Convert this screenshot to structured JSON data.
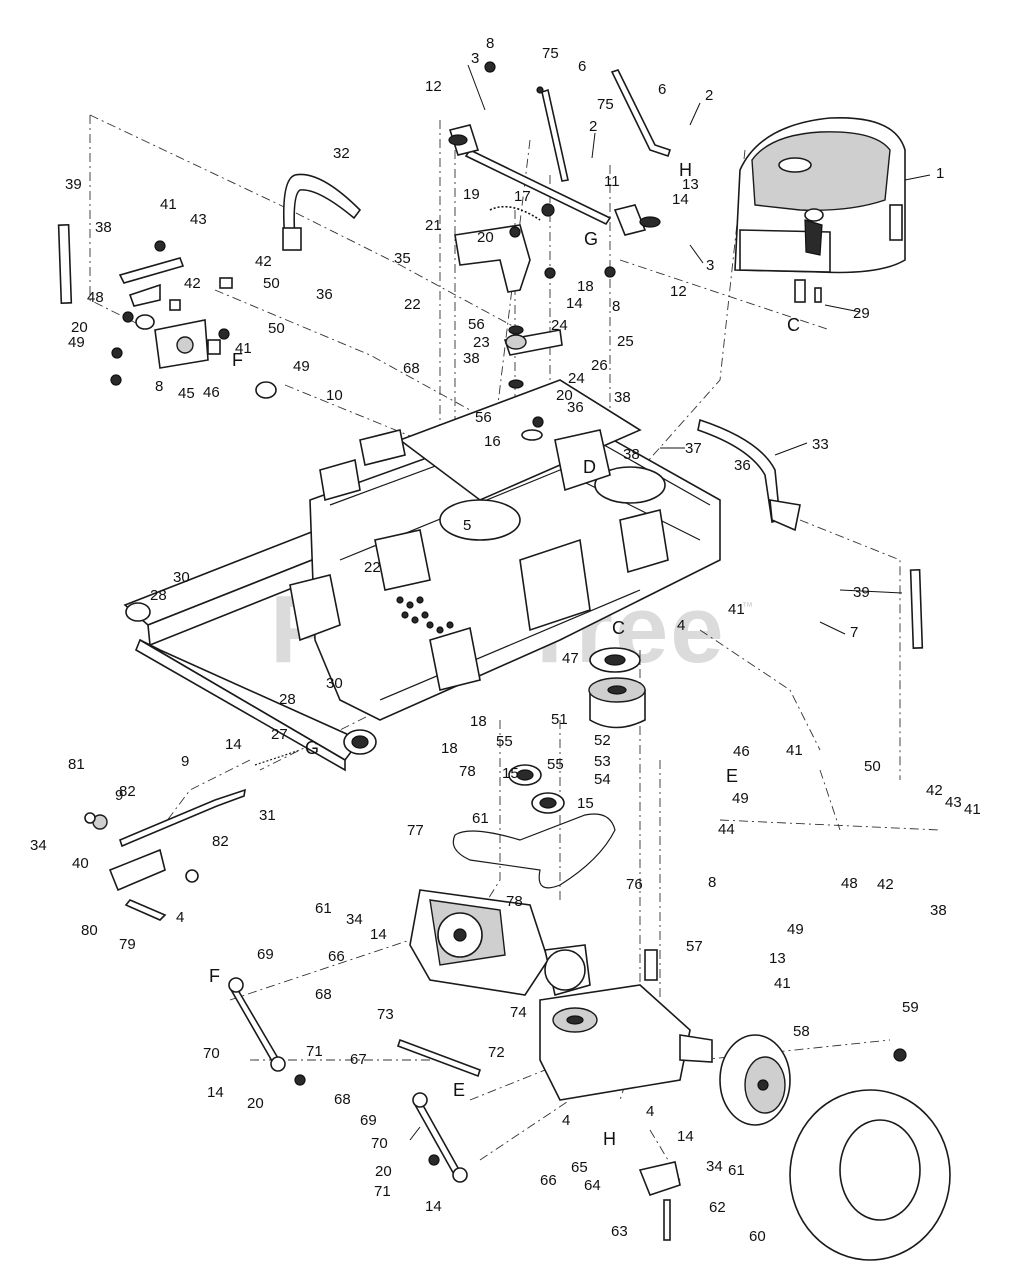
{
  "watermark": "PartsTree",
  "trademark": "™",
  "callouts": [
    {
      "id": "c1",
      "text": "1"
    },
    {
      "id": "c2a",
      "text": "2"
    },
    {
      "id": "c2b",
      "text": "2"
    },
    {
      "id": "c3a",
      "text": "3"
    },
    {
      "id": "c3b",
      "text": "3"
    },
    {
      "id": "c4a",
      "text": "4"
    },
    {
      "id": "c4b",
      "text": "4"
    },
    {
      "id": "c4c",
      "text": "4"
    },
    {
      "id": "c4d",
      "text": "4"
    },
    {
      "id": "c5",
      "text": "5"
    },
    {
      "id": "c6a",
      "text": "6"
    },
    {
      "id": "c6b",
      "text": "6"
    },
    {
      "id": "c7",
      "text": "7"
    },
    {
      "id": "c8a",
      "text": "8"
    },
    {
      "id": "c8b",
      "text": "8"
    },
    {
      "id": "c8c",
      "text": "8"
    },
    {
      "id": "c8d",
      "text": "8"
    },
    {
      "id": "c9a",
      "text": "9"
    },
    {
      "id": "c9b",
      "text": "9"
    },
    {
      "id": "c10",
      "text": "10"
    },
    {
      "id": "c11",
      "text": "11"
    },
    {
      "id": "c12a",
      "text": "12"
    },
    {
      "id": "c12b",
      "text": "12"
    },
    {
      "id": "c13a",
      "text": "13"
    },
    {
      "id": "c13b",
      "text": "13"
    },
    {
      "id": "c14a",
      "text": "14"
    },
    {
      "id": "c14b",
      "text": "14"
    },
    {
      "id": "c14c",
      "text": "14"
    },
    {
      "id": "c14d",
      "text": "14"
    },
    {
      "id": "c14e",
      "text": "14"
    },
    {
      "id": "c14f",
      "text": "14"
    },
    {
      "id": "c14g",
      "text": "14"
    },
    {
      "id": "c15a",
      "text": "15"
    },
    {
      "id": "c15b",
      "text": "15"
    },
    {
      "id": "c16",
      "text": "16"
    },
    {
      "id": "c17",
      "text": "17"
    },
    {
      "id": "c18a",
      "text": "18"
    },
    {
      "id": "c18b",
      "text": "18"
    },
    {
      "id": "c18c",
      "text": "18"
    },
    {
      "id": "c19",
      "text": "19"
    },
    {
      "id": "c20a",
      "text": "20"
    },
    {
      "id": "c20b",
      "text": "20"
    },
    {
      "id": "c20c",
      "text": "20"
    },
    {
      "id": "c20d",
      "text": "20"
    },
    {
      "id": "c20e",
      "text": "20"
    },
    {
      "id": "c21",
      "text": "21"
    },
    {
      "id": "c22a",
      "text": "22"
    },
    {
      "id": "c22b",
      "text": "22"
    },
    {
      "id": "c23",
      "text": "23"
    },
    {
      "id": "c24a",
      "text": "24"
    },
    {
      "id": "c24b",
      "text": "24"
    },
    {
      "id": "c25",
      "text": "25"
    },
    {
      "id": "c26",
      "text": "26"
    },
    {
      "id": "c27",
      "text": "27"
    },
    {
      "id": "c28a",
      "text": "28"
    },
    {
      "id": "c28b",
      "text": "28"
    },
    {
      "id": "c29",
      "text": "29"
    },
    {
      "id": "c30a",
      "text": "30"
    },
    {
      "id": "c30b",
      "text": "30"
    },
    {
      "id": "c31",
      "text": "31"
    },
    {
      "id": "c32",
      "text": "32"
    },
    {
      "id": "c33",
      "text": "33"
    },
    {
      "id": "c34a",
      "text": "34"
    },
    {
      "id": "c34b",
      "text": "34"
    },
    {
      "id": "c34c",
      "text": "34"
    },
    {
      "id": "c35",
      "text": "35"
    },
    {
      "id": "c36a",
      "text": "36"
    },
    {
      "id": "c36b",
      "text": "36"
    },
    {
      "id": "c36c",
      "text": "36"
    },
    {
      "id": "c37",
      "text": "37"
    },
    {
      "id": "c38a",
      "text": "38"
    },
    {
      "id": "c38b",
      "text": "38"
    },
    {
      "id": "c38c",
      "text": "38"
    },
    {
      "id": "c38d",
      "text": "38"
    },
    {
      "id": "c38e",
      "text": "38"
    },
    {
      "id": "c39a",
      "text": "39"
    },
    {
      "id": "c39b",
      "text": "39"
    },
    {
      "id": "c40",
      "text": "40"
    },
    {
      "id": "c41a",
      "text": "41"
    },
    {
      "id": "c41b",
      "text": "41"
    },
    {
      "id": "c41c",
      "text": "41"
    },
    {
      "id": "c41d",
      "text": "41"
    },
    {
      "id": "c41e",
      "text": "41"
    },
    {
      "id": "c41f",
      "text": "41"
    },
    {
      "id": "c42a",
      "text": "42"
    },
    {
      "id": "c42b",
      "text": "42"
    },
    {
      "id": "c42c",
      "text": "42"
    },
    {
      "id": "c42d",
      "text": "42"
    },
    {
      "id": "c43a",
      "text": "43"
    },
    {
      "id": "c43b",
      "text": "43"
    },
    {
      "id": "c44",
      "text": "44"
    },
    {
      "id": "c45",
      "text": "45"
    },
    {
      "id": "c46a",
      "text": "46"
    },
    {
      "id": "c46b",
      "text": "46"
    },
    {
      "id": "c47",
      "text": "47"
    },
    {
      "id": "c48a",
      "text": "48"
    },
    {
      "id": "c48b",
      "text": "48"
    },
    {
      "id": "c49a",
      "text": "49"
    },
    {
      "id": "c49b",
      "text": "49"
    },
    {
      "id": "c49c",
      "text": "49"
    },
    {
      "id": "c49d",
      "text": "49"
    },
    {
      "id": "c50a",
      "text": "50"
    },
    {
      "id": "c50b",
      "text": "50"
    },
    {
      "id": "c50c",
      "text": "50"
    },
    {
      "id": "c51",
      "text": "51"
    },
    {
      "id": "c52",
      "text": "52"
    },
    {
      "id": "c53",
      "text": "53"
    },
    {
      "id": "c54",
      "text": "54"
    },
    {
      "id": "c55a",
      "text": "55"
    },
    {
      "id": "c55b",
      "text": "55"
    },
    {
      "id": "c56a",
      "text": "56"
    },
    {
      "id": "c56b",
      "text": "56"
    },
    {
      "id": "c57",
      "text": "57"
    },
    {
      "id": "c58",
      "text": "58"
    },
    {
      "id": "c59",
      "text": "59"
    },
    {
      "id": "c60",
      "text": "60"
    },
    {
      "id": "c61a",
      "text": "61"
    },
    {
      "id": "c61b",
      "text": "61"
    },
    {
      "id": "c61c",
      "text": "61"
    },
    {
      "id": "c62",
      "text": "62"
    },
    {
      "id": "c63",
      "text": "63"
    },
    {
      "id": "c64",
      "text": "64"
    },
    {
      "id": "c65",
      "text": "65"
    },
    {
      "id": "c66a",
      "text": "66"
    },
    {
      "id": "c66b",
      "text": "66"
    },
    {
      "id": "c67",
      "text": "67"
    },
    {
      "id": "c68a",
      "text": "68"
    },
    {
      "id": "c68b",
      "text": "68"
    },
    {
      "id": "c68c",
      "text": "68"
    },
    {
      "id": "c69a",
      "text": "69"
    },
    {
      "id": "c69b",
      "text": "69"
    },
    {
      "id": "c70a",
      "text": "70"
    },
    {
      "id": "c70b",
      "text": "70"
    },
    {
      "id": "c71a",
      "text": "71"
    },
    {
      "id": "c71b",
      "text": "71"
    },
    {
      "id": "c72",
      "text": "72"
    },
    {
      "id": "c73",
      "text": "73"
    },
    {
      "id": "c74",
      "text": "74"
    },
    {
      "id": "c75a",
      "text": "75"
    },
    {
      "id": "c75b",
      "text": "75"
    },
    {
      "id": "c76",
      "text": "76"
    },
    {
      "id": "c77",
      "text": "77"
    },
    {
      "id": "c78a",
      "text": "78"
    },
    {
      "id": "c78b",
      "text": "78"
    },
    {
      "id": "c79",
      "text": "79"
    },
    {
      "id": "c80",
      "text": "80"
    },
    {
      "id": "c81",
      "text": "81"
    },
    {
      "id": "c82a",
      "text": "82"
    },
    {
      "id": "c82b",
      "text": "82"
    }
  ],
  "reference_letters": [
    {
      "id": "rC1",
      "text": "C"
    },
    {
      "id": "rC2",
      "text": "C"
    },
    {
      "id": "rD",
      "text": "D"
    },
    {
      "id": "rE1",
      "text": "E"
    },
    {
      "id": "rE2",
      "text": "E"
    },
    {
      "id": "rF1",
      "text": "F"
    },
    {
      "id": "rF2",
      "text": "F"
    },
    {
      "id": "rG1",
      "text": "G"
    },
    {
      "id": "rG2",
      "text": "G"
    },
    {
      "id": "rH1",
      "text": "H"
    },
    {
      "id": "rH2",
      "text": "H"
    }
  ]
}
